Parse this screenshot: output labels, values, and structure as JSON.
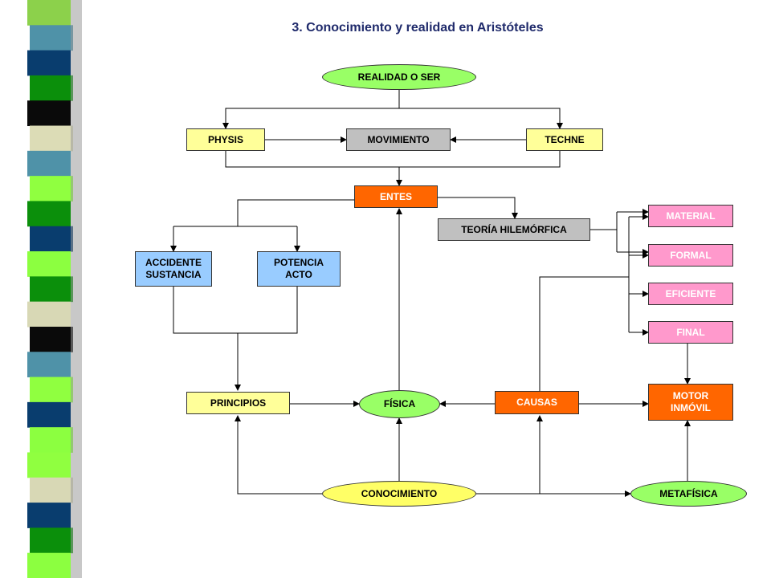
{
  "colors": {
    "stripes": [
      "#8cd14b",
      "#4f92a8",
      "#093d6e",
      "#0b8f0b",
      "#0a0a0a",
      "#dcdcb6",
      "#4f92a8",
      "#90ff40",
      "#0b8f0b",
      "#093d6e",
      "#8cff40",
      "#0b8f0b",
      "#d8d8b5",
      "#0a0a0a",
      "#4f92a8",
      "#90ff40",
      "#093d6e",
      "#8cff40",
      "#90ff40",
      "#d8d8b5",
      "#093d6e",
      "#0b8f0b",
      "#8cff40"
    ],
    "light_blue": "#99ccff",
    "light_yellow": "#ffff99",
    "gray": "#c0c0c0",
    "orange": "#ff6600",
    "green": "#99ff66",
    "yellow": "#ffff66",
    "pink": "#ff99cc"
  },
  "title": "3. Conocimiento y realidad en Aristóteles",
  "nodes": {
    "realidad": "REALIDAD O SER",
    "physis": "PHYSIS",
    "movimiento": "MOVIMIENTO",
    "techne": "TECHNE",
    "entes": "ENTES",
    "hilemorfica": "TEORÍA HILEMÓRFICA",
    "material": "MATERIAL",
    "formal": "FORMAL",
    "eficiente": "EFICIENTE",
    "final": "FINAL",
    "accidente": "ACCIDENTE\nSUSTANCIA",
    "potencia": "POTENCIA\nACTO",
    "principios": "PRINCIPIOS",
    "fisica": "FÍSICA",
    "causas": "CAUSAS",
    "motor": "MOTOR\nINMÓVIL",
    "conocimiento": "CONOCIMIENTO",
    "metafisica": "METAFÍSICA"
  }
}
